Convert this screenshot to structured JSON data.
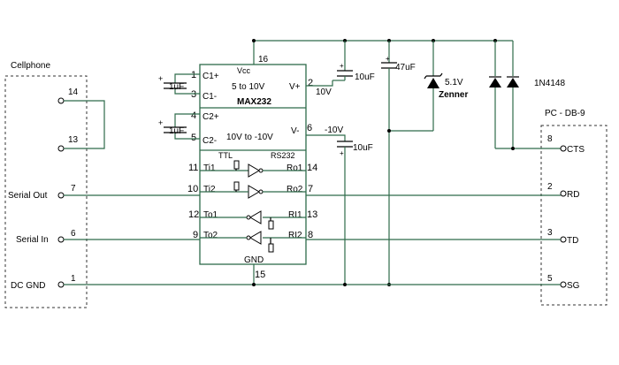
{
  "connectors": {
    "cellphone": {
      "title": "Cellphone"
    },
    "pc": {
      "title": "PC - DB-9"
    }
  },
  "cell_pins": {
    "p14": "14",
    "p13": "13",
    "serial_out": "Serial Out",
    "serial_out_pin": "7",
    "serial_in": "Serial In",
    "serial_in_pin": "6",
    "dc_gnd": "DC GND",
    "dc_gnd_pin": "1"
  },
  "pc_pins": {
    "cts_num": "8",
    "cts": "CTS",
    "rd_num": "2",
    "rd": "RD",
    "td_num": "3",
    "td": "TD",
    "sg_num": "5",
    "sg": "SG"
  },
  "ic": {
    "name": "MAX232",
    "vcc": "Vcc",
    "vcc_pin": "16",
    "range1": "5 to 10V",
    "range2": "10V to -10V",
    "c1p": "C1+",
    "c1p_pin": "1",
    "c1m": "C1-",
    "c1m_pin": "3",
    "c2p": "C2+",
    "c2p_pin": "4",
    "c2m": "C2-",
    "c2m_pin": "5",
    "vp": "V+",
    "vp_pin": "2",
    "vm": "V-",
    "vm_pin": "6",
    "ttl": "TTL",
    "rs232": "RS232",
    "ti1": "Ti1",
    "ti1_pin": "11",
    "ti2": "Ti2",
    "ti2_pin": "10",
    "to1": "To1",
    "to1_pin": "12",
    "to2": "To2",
    "to2_pin": "9",
    "ro1": "Ro1",
    "ro1_pin": "14",
    "ro2": "Ro2",
    "ro2_pin": "7",
    "ri1": "RI1",
    "ri1_pin": "13",
    "ri2": "RI2",
    "ri2_pin": "8",
    "gnd": "GND",
    "gnd_pin": "15"
  },
  "parts": {
    "c1": "1uF",
    "c2": "1uF",
    "c_vplus": "10uF",
    "v_plus": "10V",
    "c_vminus": "10uF",
    "v_minus": "-10V",
    "c_supply": "47uF",
    "zener_v": "5.1V",
    "zener": "Zenner",
    "diode": "1N4148"
  }
}
